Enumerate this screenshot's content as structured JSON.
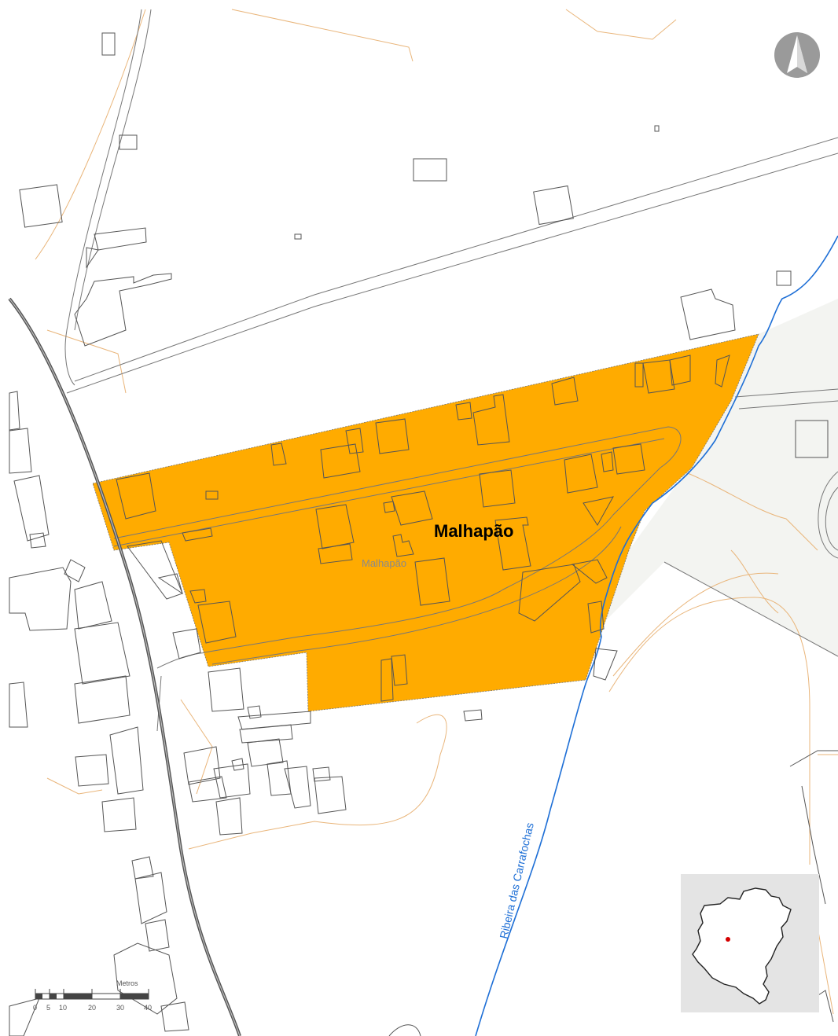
{
  "map": {
    "place_label": "Malhapão",
    "place_label_small": "Malhapão",
    "river_label": "Ribeira das Carrafochas",
    "scale": {
      "unit_label": "Metros",
      "ticks": [
        "0",
        "5",
        "10",
        "20",
        "30",
        "40"
      ]
    },
    "colors": {
      "highlight_area": "#ffab00",
      "river": "#1e6fd6",
      "forest": "#f3f4f1",
      "inset_bg": "#e4e4e4",
      "inset_marker": "#d40000"
    },
    "icons": {
      "north_arrow": "north-arrow-icon"
    }
  }
}
